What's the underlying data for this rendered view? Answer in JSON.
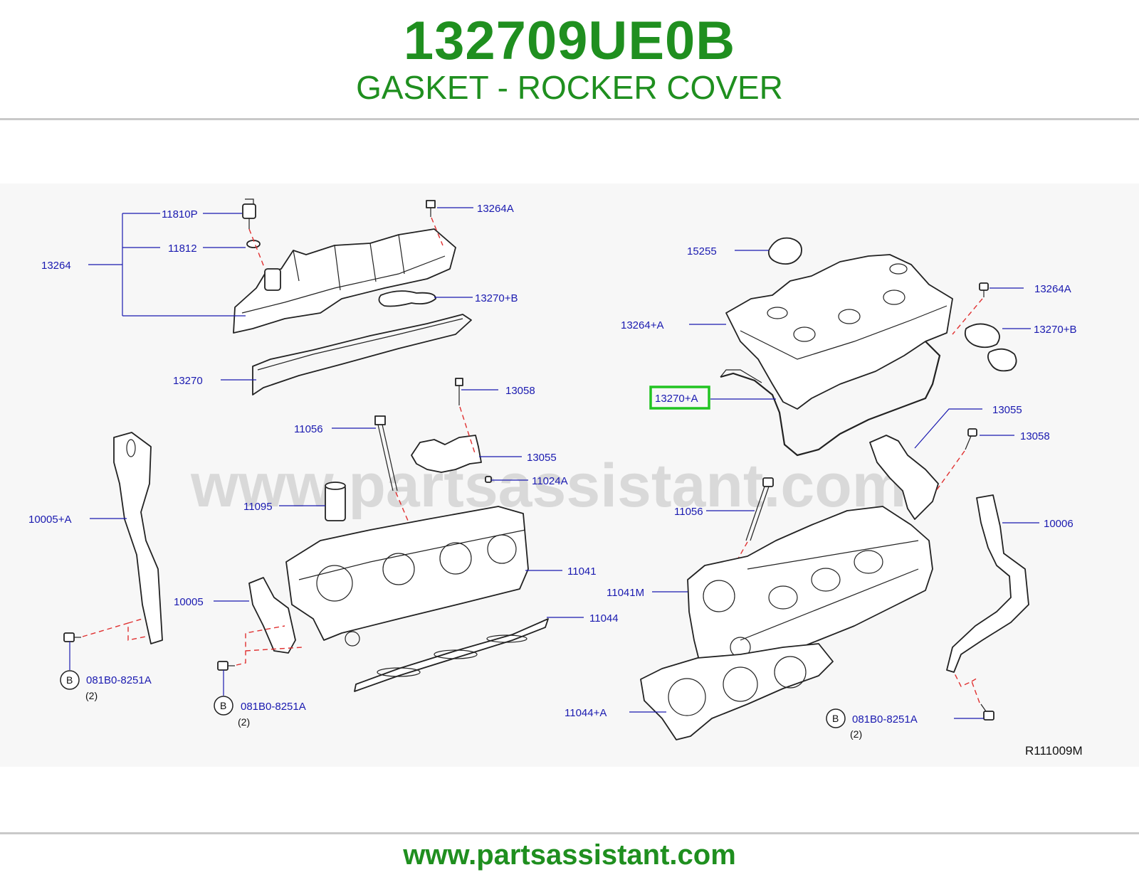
{
  "header": {
    "part_number": "132709UE0B",
    "part_title": "GASKET - ROCKER COVER"
  },
  "diagram": {
    "watermark": "www.partsassistant.com",
    "reference_code": "R111009M",
    "highlight_color": "#21c421",
    "label_color": "#1a1ab0",
    "callouts": {
      "c11810p": "11810P",
      "c13264a_l": "13264A",
      "c11812": "11812",
      "c13264": "13264",
      "c13270b_l": "13270+B",
      "c13270": "13270",
      "c13058_l": "13058",
      "c11056_l": "11056",
      "c13055_l": "13055",
      "c11024a": "11024A",
      "c10005a": "10005+A",
      "c11095": "11095",
      "c11041": "11041",
      "c10005": "10005",
      "c11044": "11044",
      "c15255": "15255",
      "c13264a_r": "13264A",
      "c13264_plus_a": "13264+A",
      "c13270b_r": "13270+B",
      "c13270a": "13270+A",
      "c13055_r": "13055",
      "c13058_r": "13058",
      "c11056_r": "11056",
      "c10006": "10006",
      "c11041m": "11041M",
      "c11044a": "11044+A",
      "bolt1_code": "081B0-8251A",
      "bolt1_qty": "(2)",
      "bolt2_code": "081B0-8251A",
      "bolt2_qty": "(2)",
      "bolt3_code": "081B0-8251A",
      "bolt3_qty": "(2)",
      "b_marker": "B"
    }
  },
  "footer": {
    "url": "www.partsassistant.com"
  }
}
